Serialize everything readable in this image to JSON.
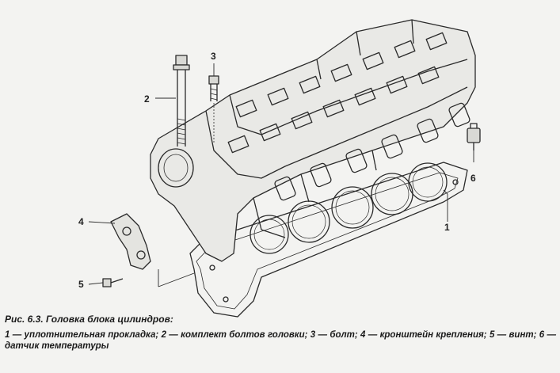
{
  "callouts": {
    "c1": "1",
    "c2": "2",
    "c3": "3",
    "c4": "4",
    "c5": "5",
    "c6": "6"
  },
  "caption": {
    "title": "Рис. 6.3. Головка блока цилиндров:",
    "text": "1 — уплотнительная прокладка; 2 — комплект болтов головки; 3 — болт; 4 — кронштейн крепления; 5 — винт; 6 — датчик температуры"
  },
  "colors": {
    "line": "#2a2a2a",
    "paper": "#f3f3f1"
  }
}
